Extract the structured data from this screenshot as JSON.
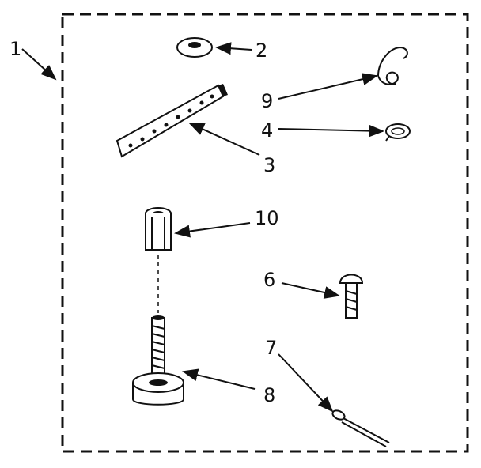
{
  "diagram": {
    "callouts": {
      "c1": "1",
      "c2": "2",
      "c3": "3",
      "c4": "4",
      "c6": "6",
      "c7": "7",
      "c8": "8",
      "c9": "9",
      "c10": "10"
    },
    "colors": {
      "ink": "#111111",
      "background": "#ffffff"
    }
  }
}
